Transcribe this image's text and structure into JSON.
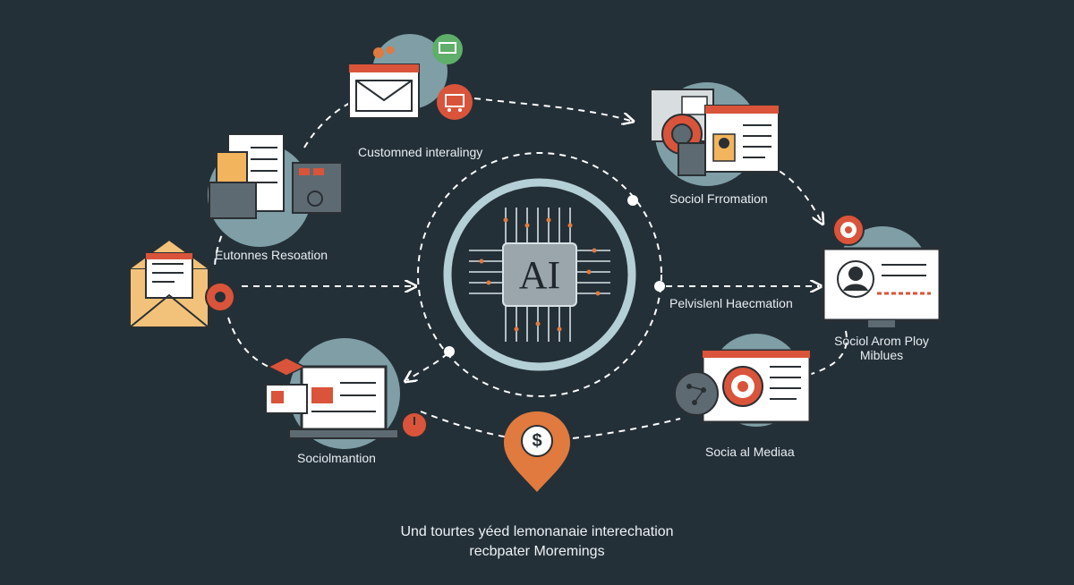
{
  "center": {
    "label": "AI"
  },
  "nodes": {
    "customized": {
      "label": "Customned interalingy"
    },
    "social_formation": {
      "label": "Sociol Frromation"
    },
    "eutonnes": {
      "label": "Eutonnes Resoation"
    },
    "personal": {
      "label": "Pelvislenl Haecmation"
    },
    "social_arom": {
      "line1": "Sociol Arom Ploy",
      "line2": "Miblues"
    },
    "social_media": {
      "label": "Socia al Mediaa"
    },
    "sociolmantion": {
      "label": "Sociolmantion"
    },
    "payment": {
      "symbol": "$"
    }
  },
  "caption": {
    "line1": "Und tourtes yéed lemonanaie interechation",
    "line2": "recbpater Moremings"
  },
  "colors": {
    "background": "#243038",
    "accent_orange": "#e07a3f",
    "accent_red": "#d9543a",
    "bubble": "#7f9ea6",
    "ring": "#b4cfd6",
    "line": "#ffffff"
  }
}
